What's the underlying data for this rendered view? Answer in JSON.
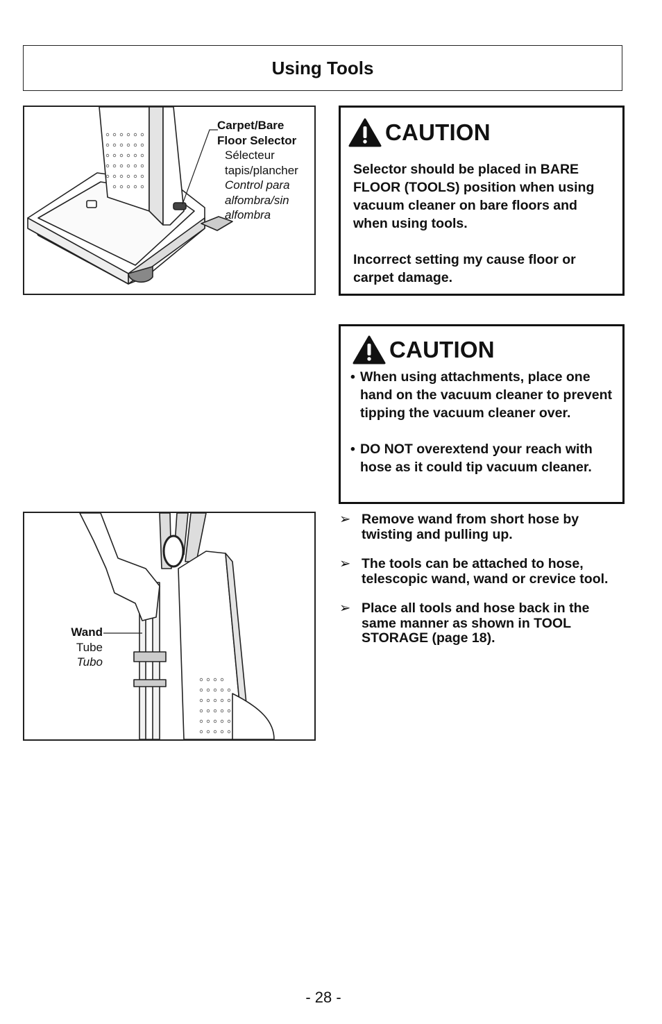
{
  "header": {
    "title": "Using Tools"
  },
  "figure1": {
    "label_en": "Carpet/Bare Floor Selector",
    "label_fr": "Sélecteur tapis/plancher",
    "label_es": "Control para alfombra/sin alfombra"
  },
  "caution1": {
    "heading": "CAUTION",
    "para1": "Selector should be placed in BARE FLOOR (TOOLS) position when using vacuum cleaner on bare floors and when using tools.",
    "para2": "Incorrect setting my cause floor or carpet damage."
  },
  "caution2": {
    "heading": "CAUTION",
    "bullets": [
      "When using attachments, place one hand on the vacuum cleaner to prevent tipping the vacuum cleaner over.",
      "DO NOT overextend your reach with hose as it could tip vacuum cleaner."
    ]
  },
  "figure2": {
    "label_en": "Wand",
    "label_fr": "Tube",
    "label_es": "Tubo"
  },
  "steps": [
    "Remove wand from short hose by twisting and pulling up.",
    "The tools can be attached to hose, telescopic wand, wand or crevice tool.",
    "Place all tools and hose back in the same manner as shown in TOOL STORAGE (page 18)."
  ],
  "footer": {
    "page_number": "- 28 -"
  },
  "icons": {
    "bullet": "•",
    "arrow": "➢",
    "warning": "warning-triangle-icon"
  }
}
